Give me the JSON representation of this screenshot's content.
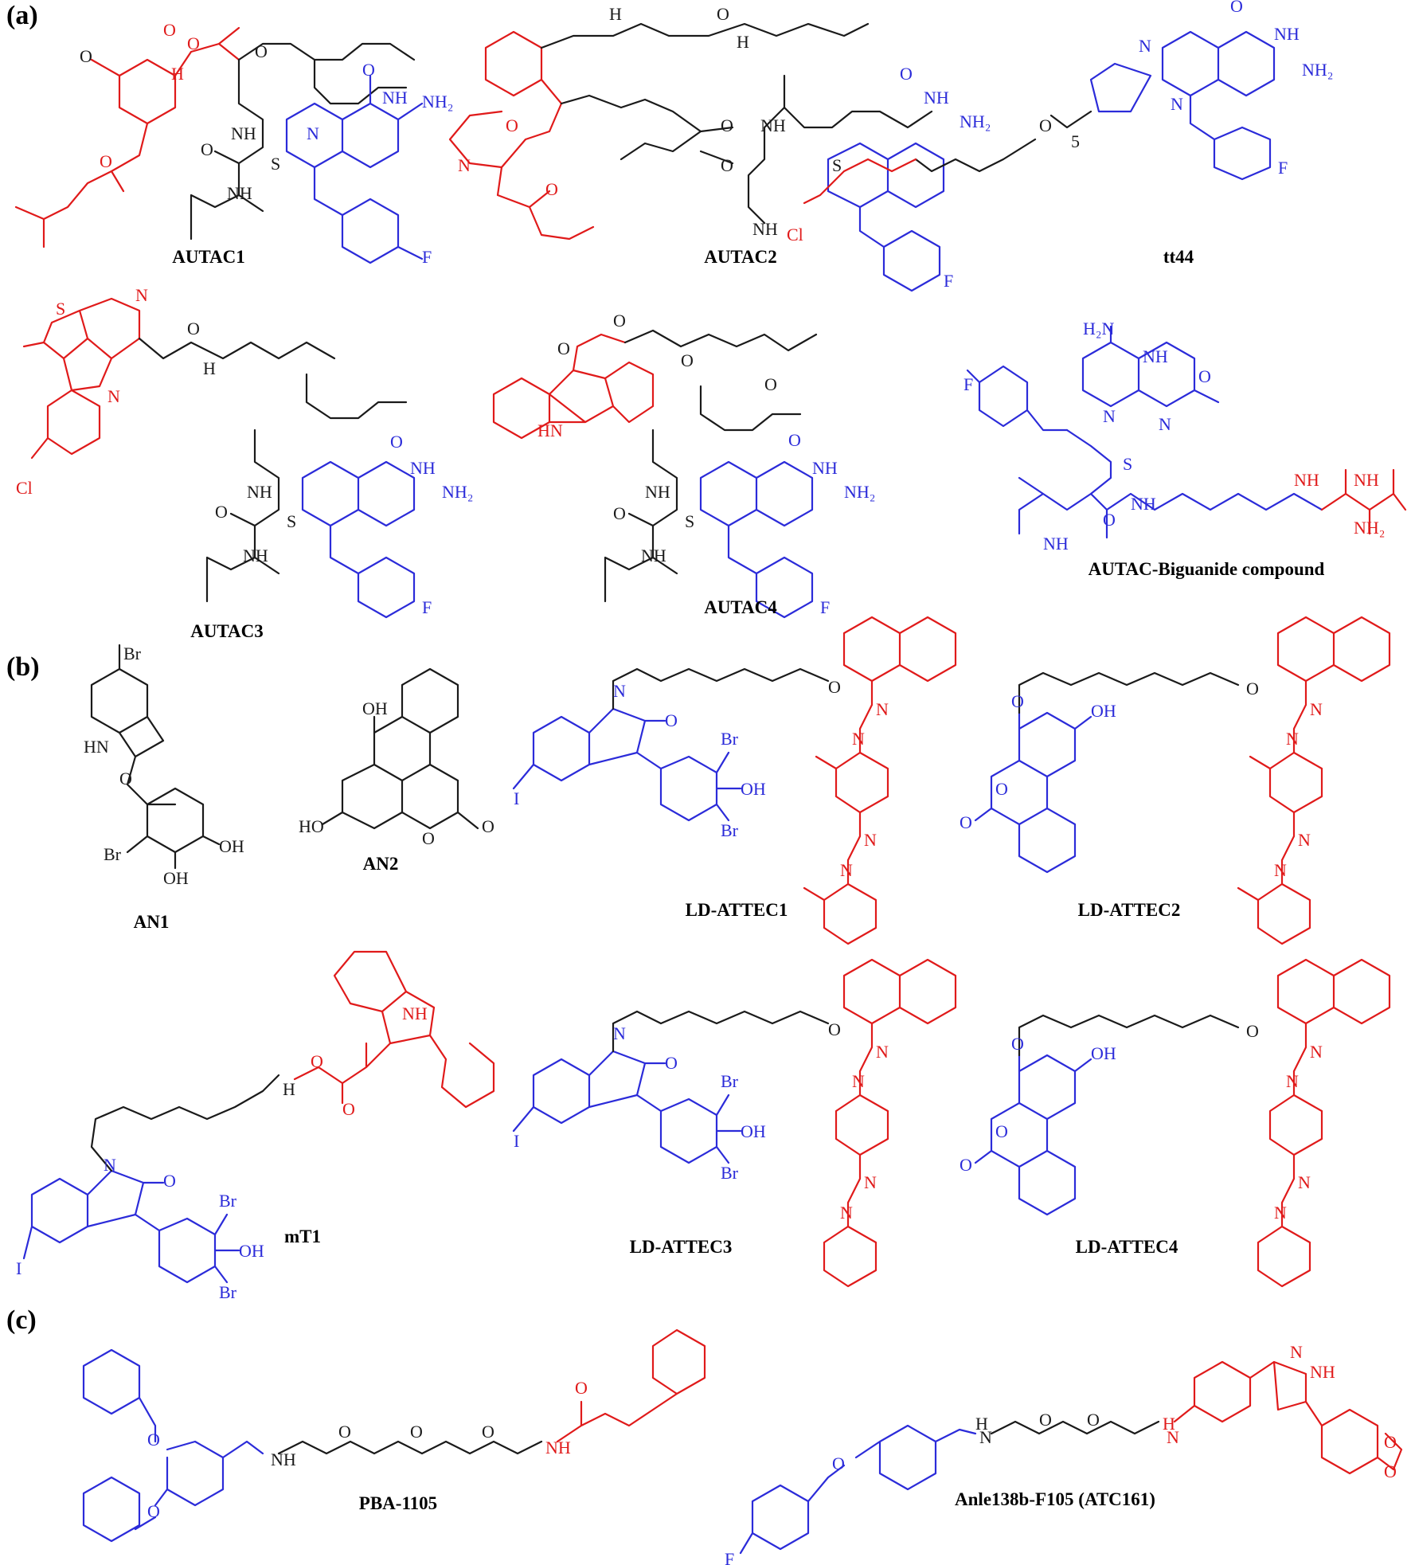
{
  "panels": {
    "a": "(a)",
    "b": "(b)",
    "c": "(c)"
  },
  "captions": {
    "autac1": "AUTAC1",
    "autac2": "AUTAC2",
    "tt44": "tt44",
    "autac3": "AUTAC3",
    "autac4": "AUTAC4",
    "autac_biguanide": "AUTAC-Biguanide compound",
    "an1": "AN1",
    "an2": "AN2",
    "ld_attec1": "LD-ATTEC1",
    "ld_attec2": "LD-ATTEC2",
    "mt1": "mT1",
    "ld_attec3": "LD-ATTEC3",
    "ld_attec4": "LD-ATTEC4",
    "pba_1105": "PBA-1105",
    "anle138b": "Anle138b-F105 (ATC161)"
  },
  "atoms": {
    "O": "O",
    "N": "N",
    "H": "H",
    "S": "S",
    "F": "F",
    "I": "I",
    "Br": "Br",
    "Cl": "Cl",
    "NH": "NH",
    "HN": "HN",
    "NH2": "NH₂",
    "H2N": "H₂N",
    "OH": "OH",
    "HO": "HO",
    "five": "5"
  },
  "colors": {
    "scaffold": "#1a1a1a",
    "ligand_blue": "#2b2bd9",
    "warhead_red": "#e01a1a"
  }
}
